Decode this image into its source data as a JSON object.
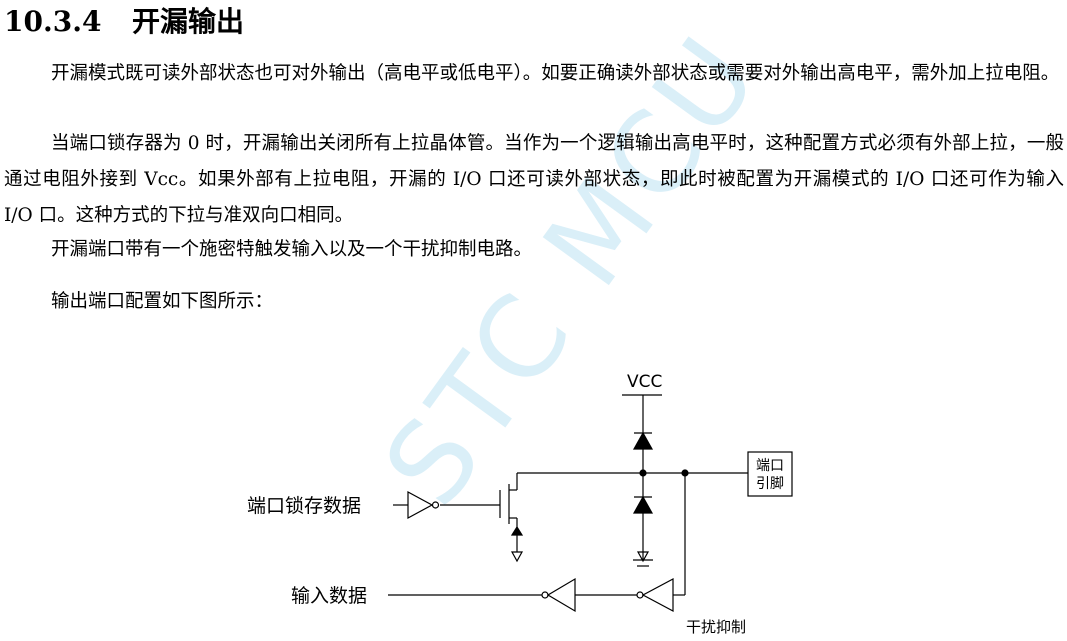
{
  "section": {
    "number": "10.3.4",
    "title": "开漏输出"
  },
  "paragraphs": [
    "开漏模式既可读外部状态也可对外输出（高电平或低电平）。如要正确读外部状态或需要对外输出高电平，需外加上拉电阻。",
    "当端口锁存器为 0 时，开漏输出关闭所有上拉晶体管。当作为一个逻辑输出高电平时，这种配置方式必须有外部上拉，一般通过电阻外接到 Vcc。如果外部有上拉电阻，开漏的 I/O 口还可读外部状态，即此时被配置为开漏模式的 I/O 口还可作为输入 I/O 口。这种方式的下拉与准双向口相同。",
    "开漏端口带有一个施密特触发输入以及一个干扰抑制电路。",
    "输出端口配置如下图所示："
  ],
  "watermark": "STC MCU",
  "diagram": {
    "vcc": "VCC",
    "pin_line1": "端口",
    "pin_line2": "引脚",
    "latch_data": "端口锁存数据",
    "input_data": "输入数据",
    "glitch_filter": "干扰抑制"
  }
}
